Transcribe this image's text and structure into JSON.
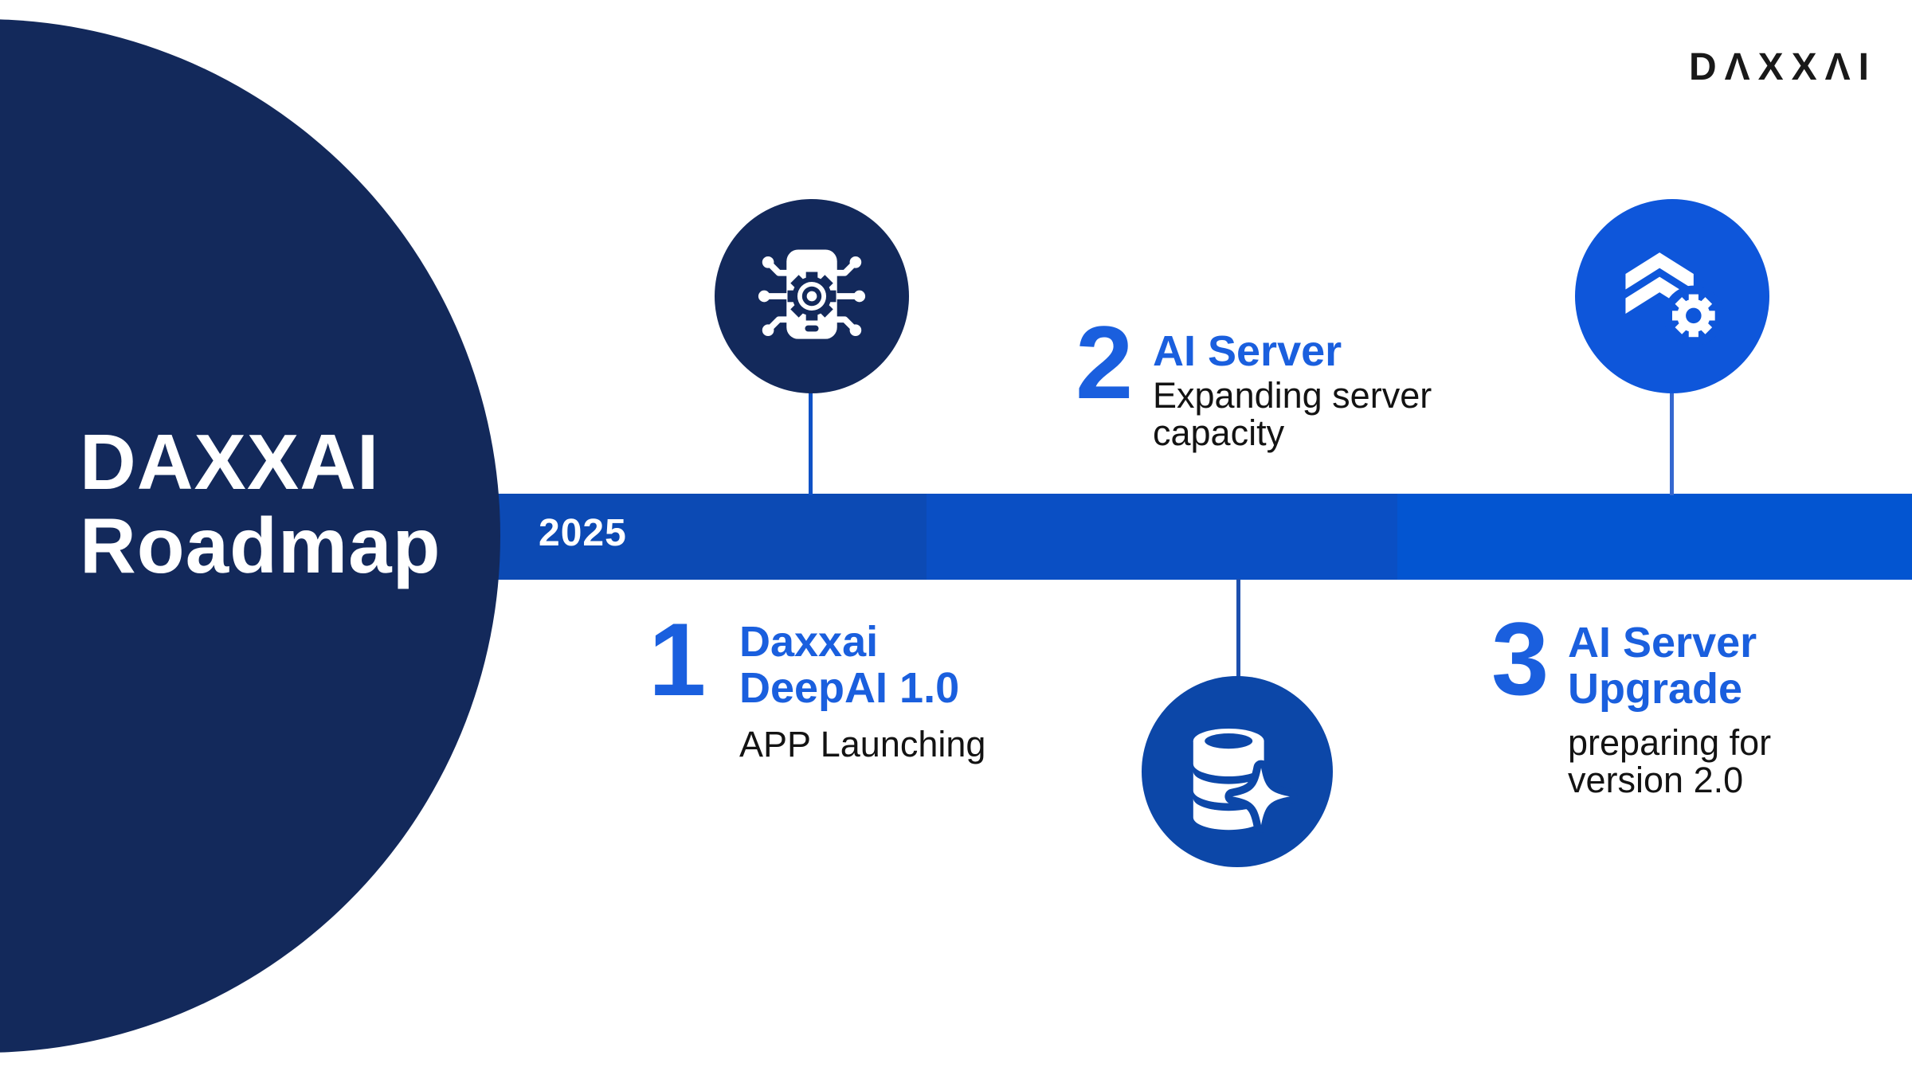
{
  "brand": {
    "logo_text": "DΛXXΛI"
  },
  "hero": {
    "title_line1": "DAXXAI",
    "title_line2": "Roadmap"
  },
  "timeline": {
    "year_label": "2025"
  },
  "milestones": [
    {
      "number": "1",
      "title_line1": "Daxxai",
      "title_line2": "DeepAI 1.0",
      "desc_line1": "APP Launching",
      "desc_line2": "",
      "icon": "smartphone-ai-chip"
    },
    {
      "number": "2",
      "title_line1": "AI Server",
      "title_line2": "",
      "desc_line1": "Expanding server",
      "desc_line2": "capacity",
      "icon": "database-sparkle"
    },
    {
      "number": "3",
      "title_line1": "AI Server",
      "title_line2": "Upgrade",
      "desc_line1": "preparing for",
      "desc_line2": "version 2.0",
      "icon": "upgrade-gear"
    }
  ],
  "colors": {
    "navy": "#13295B",
    "accent_blue": "#1A5FDE",
    "bar_blue_left": "#0C4AB4",
    "bar_blue_mid": "#0A4FC4",
    "bar_blue_right": "#0355D1",
    "milestone2_circle": "#0C47A8",
    "milestone3_circle": "#0E56DA",
    "text_dark": "#131313",
    "background": "#FFFFFF"
  }
}
